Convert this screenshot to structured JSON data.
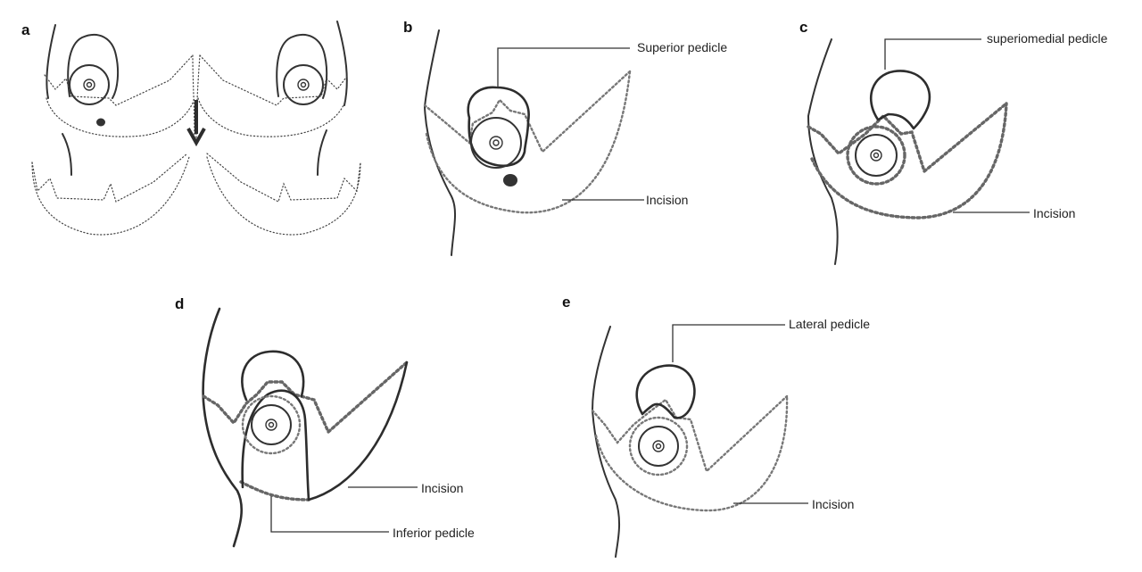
{
  "panels": [
    {
      "letter": "a",
      "labels": []
    },
    {
      "letter": "b",
      "labels": [
        "Superior pedicle",
        "Incision"
      ]
    },
    {
      "letter": "c",
      "labels": [
        "superiomedial pedicle",
        "Incision"
      ]
    },
    {
      "letter": "d",
      "labels": [
        "Incision",
        "Inferior pedicle"
      ]
    },
    {
      "letter": "e",
      "labels": [
        "Lateral pedicle",
        "Incision"
      ]
    }
  ],
  "colors": {
    "ink": "#333333",
    "dots": "#777777",
    "background": "#ffffff"
  }
}
